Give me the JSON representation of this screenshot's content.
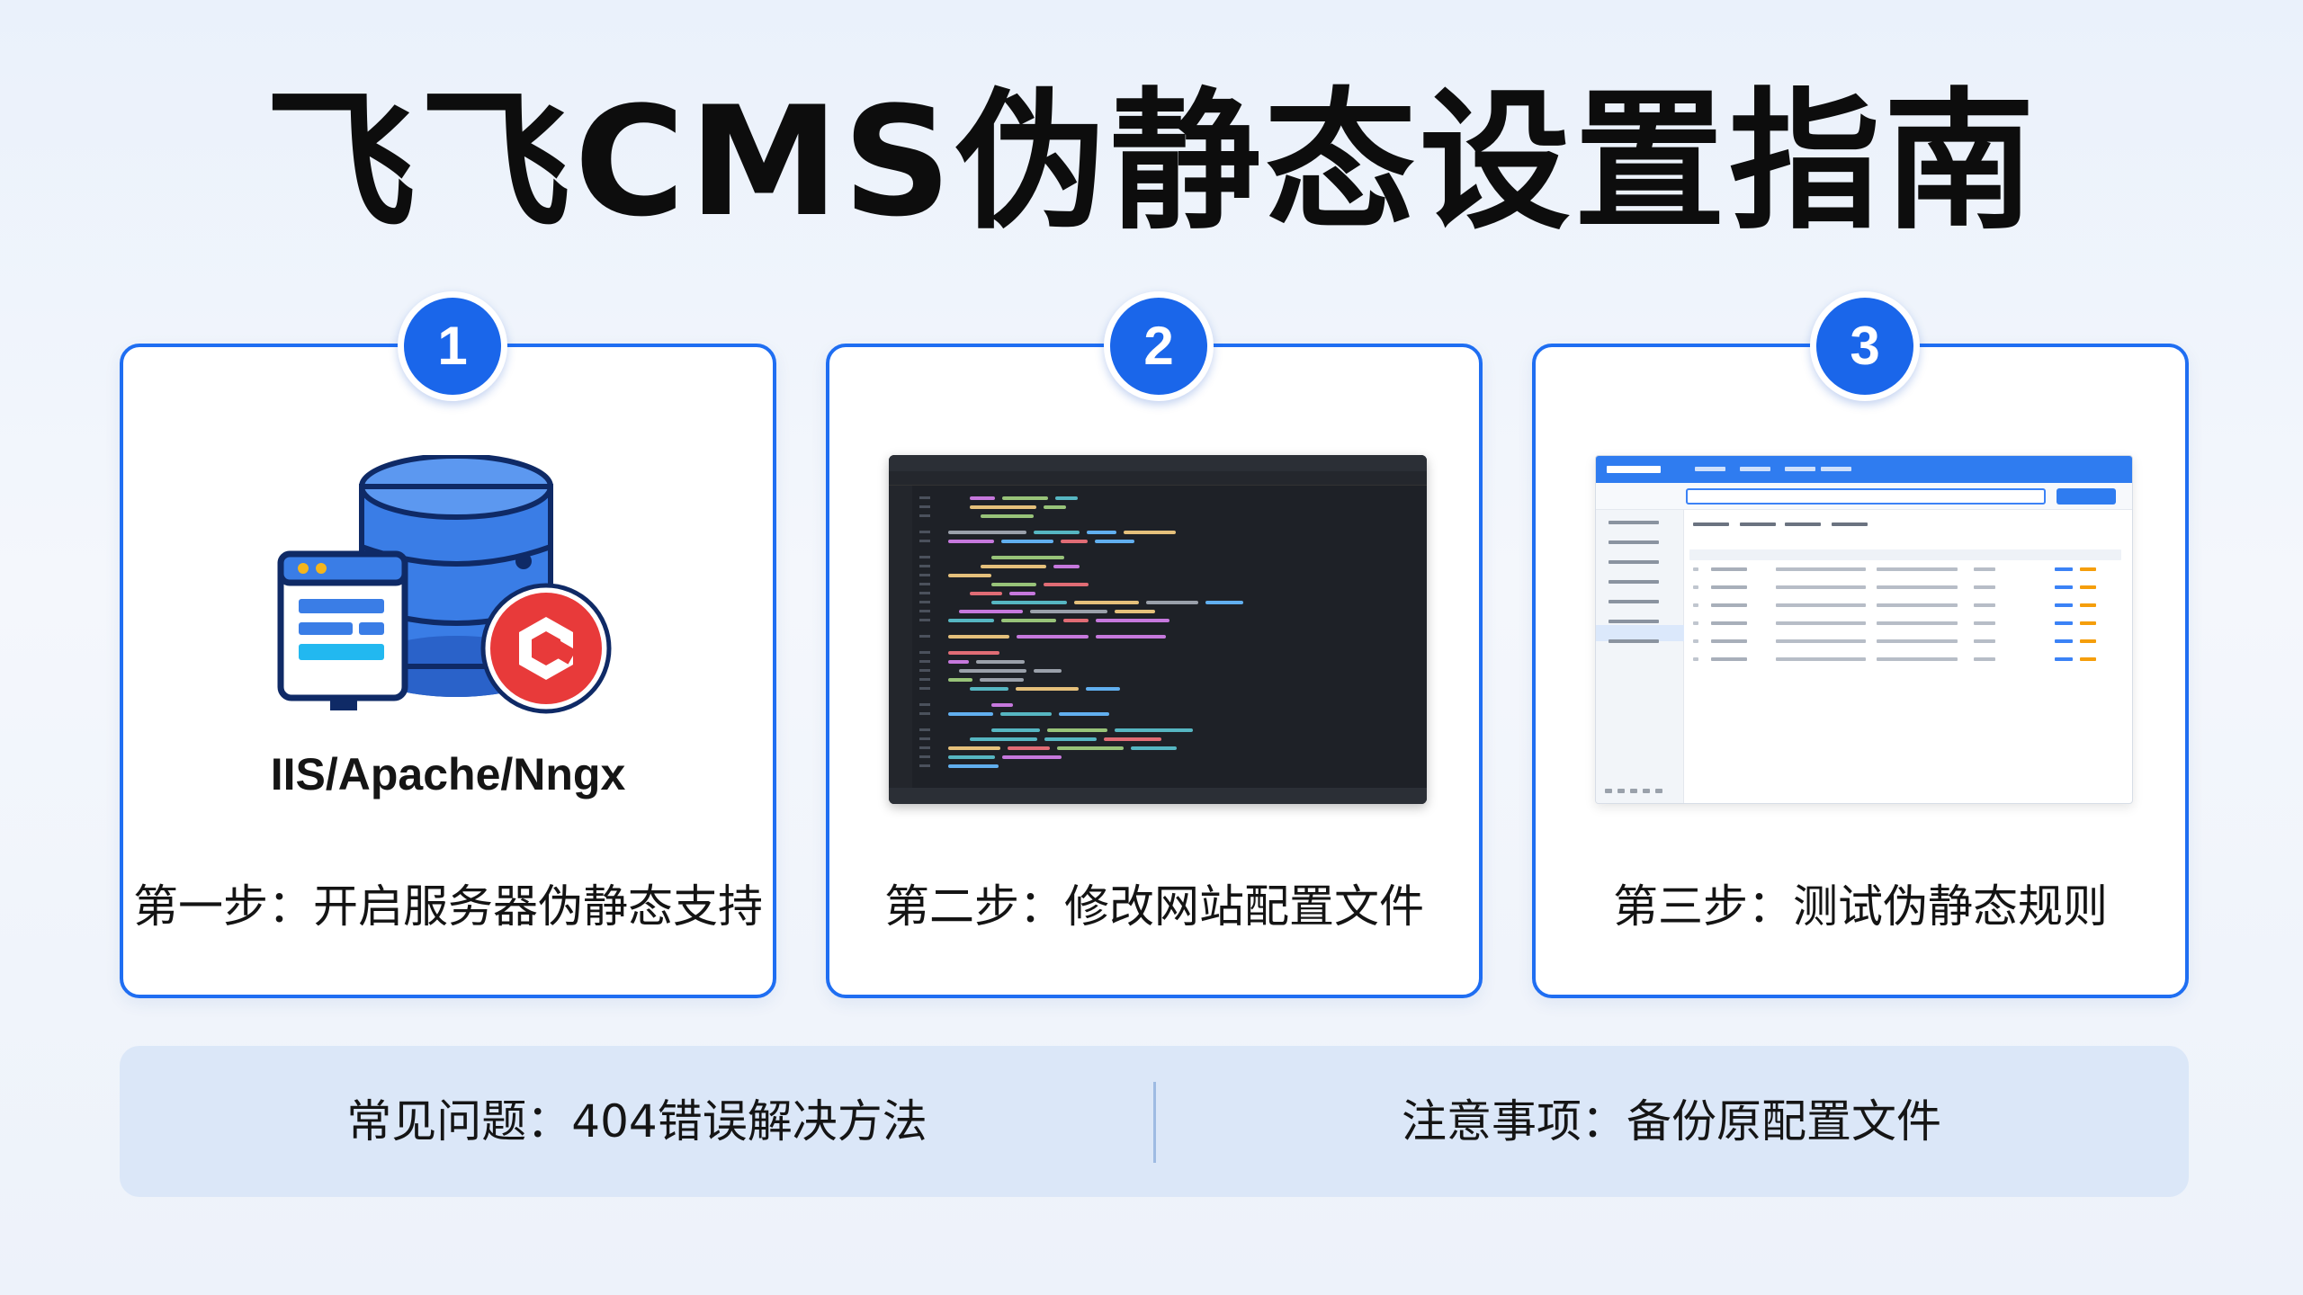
{
  "title": "飞飞CMS伪静态设置指南",
  "colors": {
    "accent": "#1f6ef2",
    "badge": "#1a66ea",
    "bottom_bg": "#dbe7f8"
  },
  "steps": [
    {
      "number": "1",
      "label": "第一步：开启服务器伪静态支持",
      "caption": "IIS/Apache/Nngx",
      "icon": "database-server-icon"
    },
    {
      "number": "2",
      "label": "第二步：修改网站配置文件",
      "icon": "code-editor-screenshot"
    },
    {
      "number": "3",
      "label": "第三步：测试伪静态规则",
      "icon": "admin-panel-screenshot"
    }
  ],
  "bottom": {
    "left": "常见问题：404错误解决方法",
    "right": "注意事项：备份原配置文件"
  }
}
